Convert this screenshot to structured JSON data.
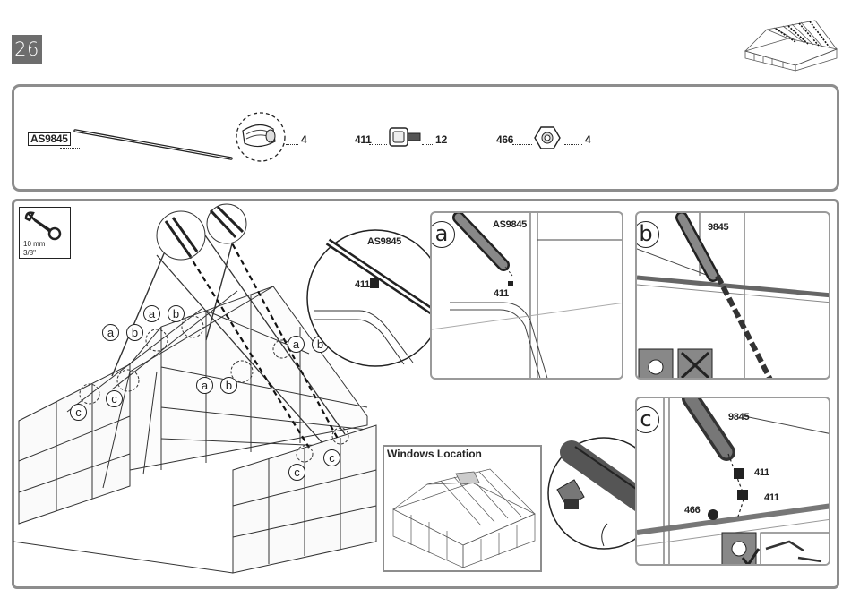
{
  "step_number": "26",
  "parts": [
    {
      "code": "AS9845",
      "qty": "4"
    },
    {
      "code": "411",
      "qty": "12"
    },
    {
      "code": "466",
      "qty": "4"
    }
  ],
  "tool": {
    "size_mm": "10 mm",
    "size_in": "3/8\""
  },
  "details": {
    "a": {
      "letter": "a",
      "profile": "AS9845",
      "bolt": "411"
    },
    "b": {
      "letter": "b",
      "profile": "9845"
    },
    "c": {
      "letter": "c",
      "profile": "9845",
      "bolt1": "411",
      "bolt2": "411",
      "nut": "466"
    }
  },
  "zoom": {
    "profile": "AS9845",
    "bolt": "411"
  },
  "windows_location": {
    "title": "Windows Location"
  },
  "markers": {
    "a": "a",
    "b": "b",
    "c": "c"
  },
  "colors": {
    "frame": "#8d8d8d",
    "step_bg": "#6d6d6d",
    "line": "#222222"
  }
}
